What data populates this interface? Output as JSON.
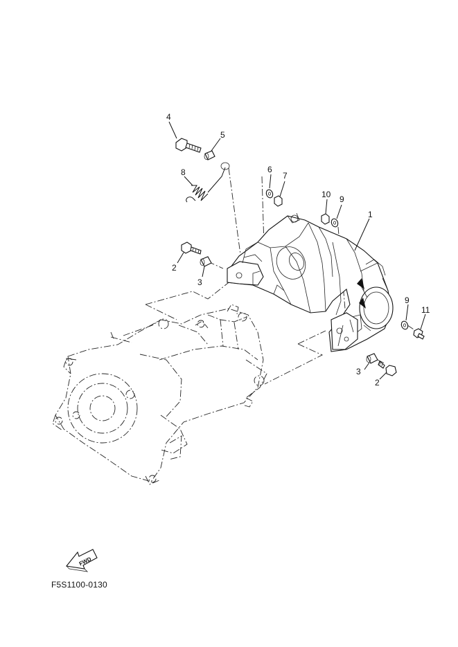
{
  "diagram_code": "F5S1100-0130",
  "fwd_label": "FWD",
  "callouts": [
    {
      "id": "c4",
      "text": "4"
    },
    {
      "id": "c5",
      "text": "5"
    },
    {
      "id": "c8",
      "text": "8"
    },
    {
      "id": "c6",
      "text": "6"
    },
    {
      "id": "c7",
      "text": "7"
    },
    {
      "id": "c10",
      "text": "10"
    },
    {
      "id": "c9a",
      "text": "9"
    },
    {
      "id": "c1",
      "text": "1"
    },
    {
      "id": "c2a",
      "text": "2"
    },
    {
      "id": "c3a",
      "text": "3"
    },
    {
      "id": "c9b",
      "text": "9"
    },
    {
      "id": "c11",
      "text": "11"
    },
    {
      "id": "c3b",
      "text": "3"
    },
    {
      "id": "c2b",
      "text": "2"
    }
  ]
}
